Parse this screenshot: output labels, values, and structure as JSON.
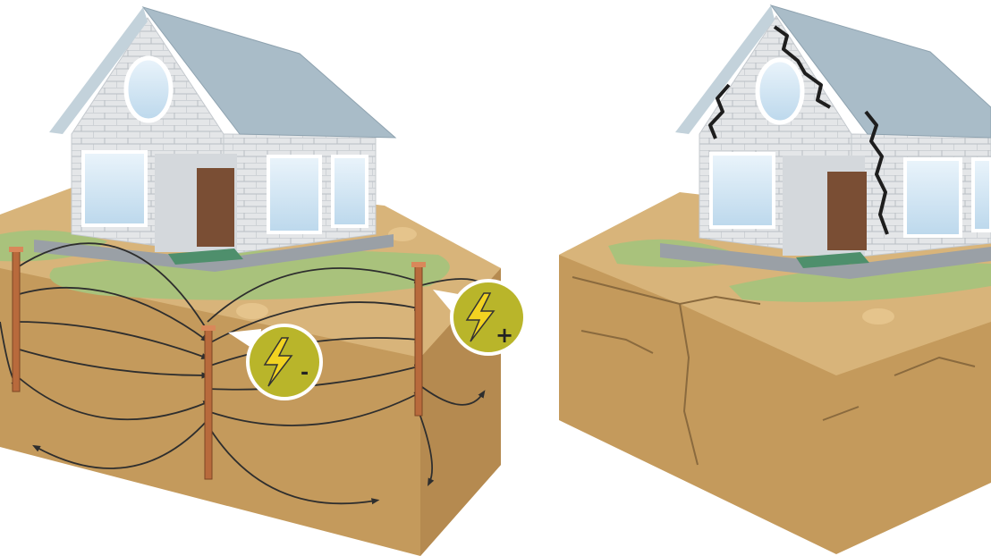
{
  "colors": {
    "soil_top": "#d8b47a",
    "soil_front": "#c49a5c",
    "soil_side": "#b58a50",
    "grass": "#a9c27c",
    "wall": "#e4e6e8",
    "brick_line": "#b9bec3",
    "roof": "#a9bcc8",
    "door": "#7a4e34",
    "window_glass": "#cfe4f3",
    "rod": "#b86a3c",
    "field_line": "#2e2e2e",
    "badge_fill": "#b9b52a",
    "badge_ring": "#ffffff",
    "bolt": "#f2d321",
    "crack": "#1e1e1e"
  },
  "panels": {
    "left": {
      "electrodes": [
        {
          "name": "electrode-1"
        },
        {
          "name": "electrode-2",
          "polarity": "-"
        },
        {
          "name": "electrode-3",
          "polarity": "+"
        }
      ],
      "badges": [
        {
          "name": "negative-badge",
          "symbol": "-",
          "icon": "lightning-bolt-icon"
        },
        {
          "name": "positive-badge",
          "symbol": "+",
          "icon": "lightning-bolt-icon"
        }
      ]
    },
    "right": {
      "cracks": [
        "roof-crack",
        "wall-crack-left",
        "wall-crack-right",
        "ground-crack"
      ]
    }
  }
}
